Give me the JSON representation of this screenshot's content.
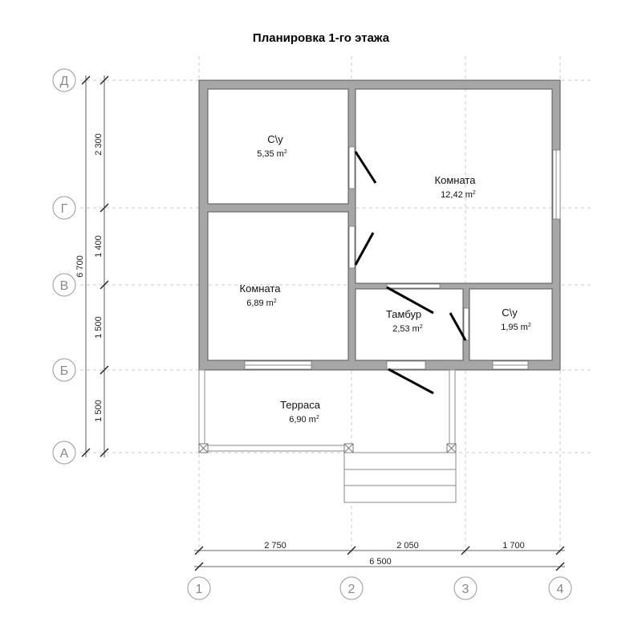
{
  "title": "Планировка 1-го этажа",
  "rooms": [
    {
      "name": "С\\у",
      "area": "5,35 m",
      "unit_sup": "2"
    },
    {
      "name": "Комната",
      "area": "12,42 m",
      "unit_sup": "2"
    },
    {
      "name": "Комната",
      "area": "6,89 m",
      "unit_sup": "2"
    },
    {
      "name": "Тамбур",
      "area": "2,53 m",
      "unit_sup": "2"
    },
    {
      "name": "С\\у",
      "area": "1,95 m",
      "unit_sup": "2"
    },
    {
      "name": "Терраса",
      "area": "6,90 m",
      "unit_sup": "2"
    }
  ],
  "axes_rows": [
    "Д",
    "Г",
    "В",
    "Б",
    "А"
  ],
  "axes_cols": [
    "1",
    "2",
    "3",
    "4"
  ],
  "dims_vertical": [
    "2 300",
    "1 400",
    "1 500",
    "1 500"
  ],
  "dim_vertical_total": "6 700",
  "dims_horizontal": [
    "2 750",
    "2 050",
    "1 700"
  ],
  "dim_horizontal_total": "6 500"
}
